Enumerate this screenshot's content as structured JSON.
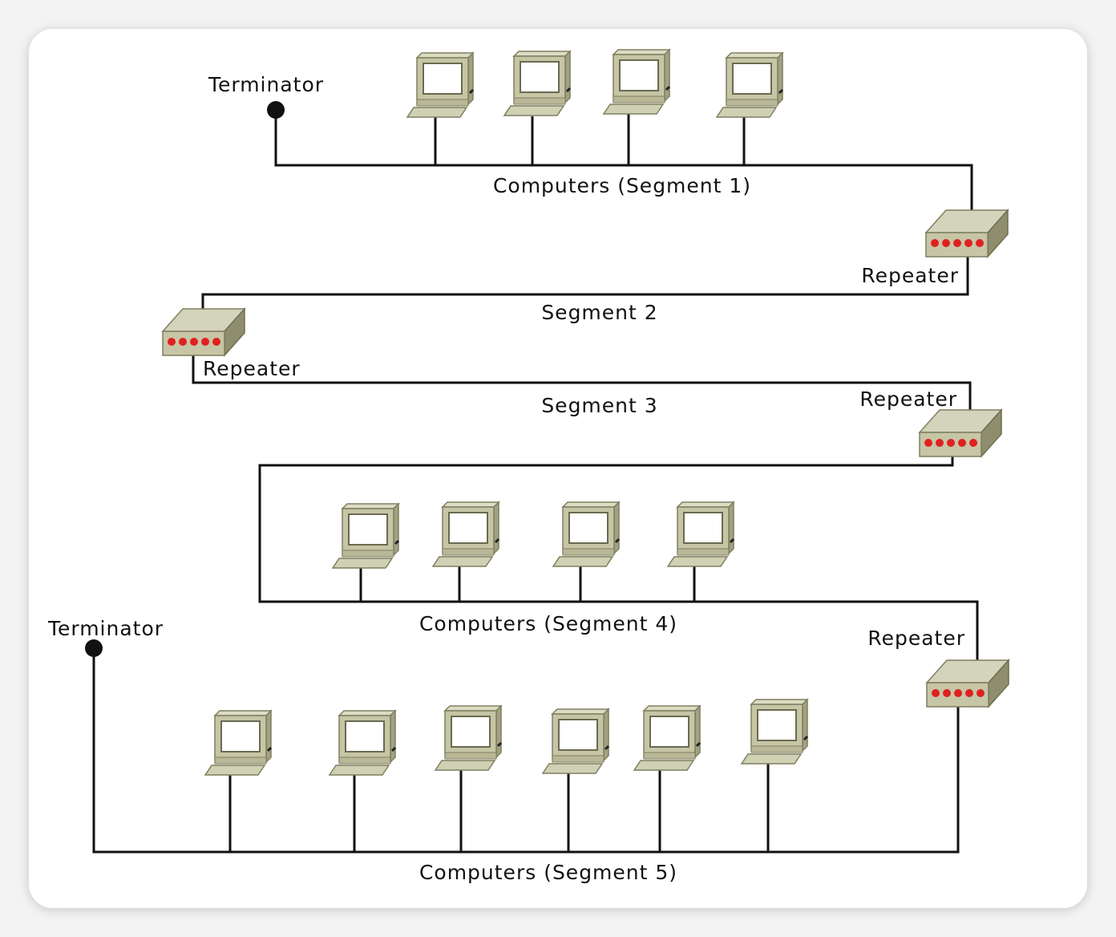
{
  "labels": {
    "terminator_top": "Terminator",
    "terminator_bottom": "Terminator",
    "segment1": "Computers (Segment 1)",
    "segment2": "Segment 2",
    "segment3": "Segment 3",
    "segment4": "Computers (Segment 4)",
    "segment5": "Computers (Segment 5)",
    "repeater1": "Repeater",
    "repeater2": "Repeater",
    "repeater3": "Repeater",
    "repeater4": "Repeater"
  },
  "colors": {
    "device_body": "#c6c6a6",
    "device_edge": "#7f7f60",
    "led": "#e02020",
    "wire": "#111111"
  }
}
